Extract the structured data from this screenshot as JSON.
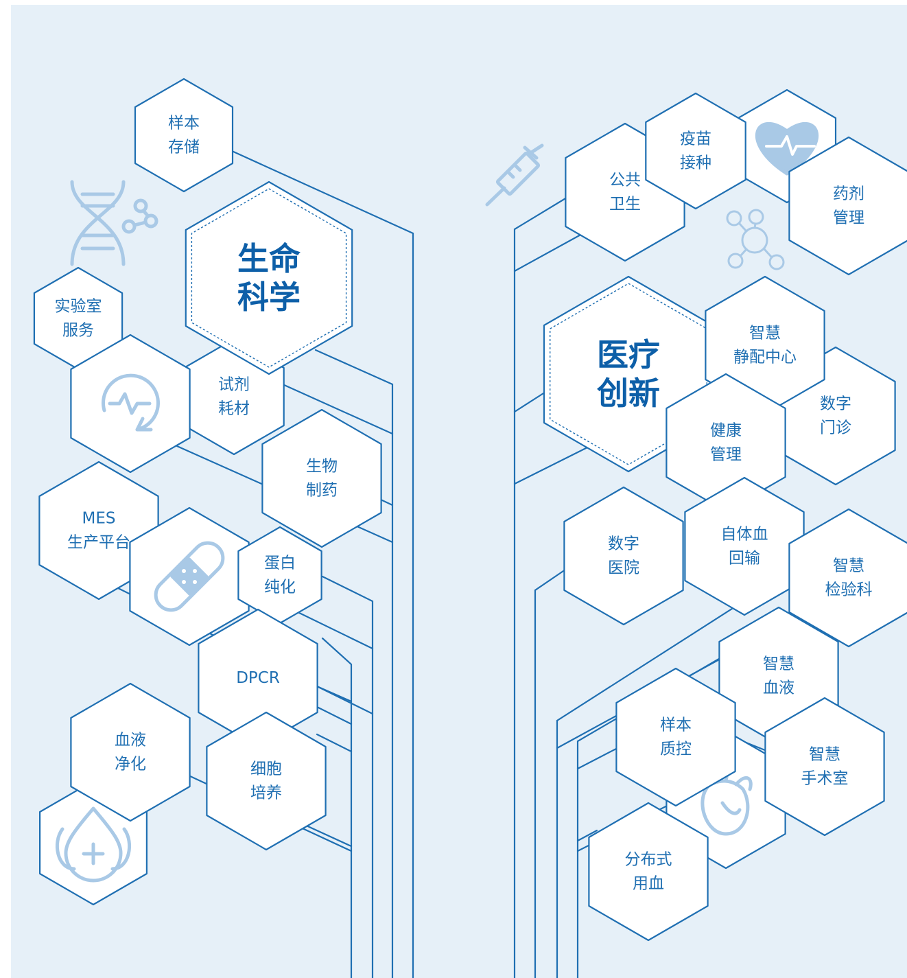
{
  "colors": {
    "background": "#e6f0f8",
    "line": "#1f6fb2",
    "hex_fill": "#ffffff",
    "icon": "#a9c9e6",
    "text": "#1f6fb2",
    "title": "#0d5fa8"
  },
  "life_science": {
    "title": [
      "生命",
      "科学"
    ],
    "nodes": {
      "sample_storage": [
        "样本",
        "存储"
      ],
      "lab_service": [
        "实验室",
        "服务"
      ],
      "reagents": [
        "试剂",
        "耗材"
      ],
      "biopharma": [
        "生物",
        "制药"
      ],
      "mes": [
        "MES",
        "生产平台"
      ],
      "protein": [
        "蛋白",
        "纯化"
      ],
      "dpcr": [
        "DPCR"
      ],
      "blood_purification": [
        "血液",
        "净化"
      ],
      "cell_culture": [
        "细胞",
        "培养"
      ]
    },
    "icons": [
      "dna-icon",
      "molecule-icon",
      "monitor-cycle-icon",
      "bandage-icon",
      "blood-drop-icon"
    ]
  },
  "medical_innovation": {
    "title": [
      "医疗",
      "创新"
    ],
    "nodes": {
      "public_health": [
        "公共",
        "卫生"
      ],
      "vaccination": [
        "疫苗",
        "接种"
      ],
      "pharmacy": [
        "药剂",
        "管理"
      ],
      "pivas": [
        "智慧",
        "静配中心"
      ],
      "clinic": [
        "数字",
        "门诊"
      ],
      "health_mgmt": [
        "健康",
        "管理"
      ],
      "digital_hospital": [
        "数字",
        "医院"
      ],
      "autologous": [
        "自体血",
        "回输"
      ],
      "smart_lab": [
        "智慧",
        "检验科"
      ],
      "smart_blood": [
        "智慧",
        "血液"
      ],
      "sample_qc": [
        "样本",
        "质控"
      ],
      "smart_or": [
        "智慧",
        "手术室"
      ],
      "distributed": [
        "分布式",
        "用血"
      ]
    },
    "icons": [
      "syringe-icon",
      "heart-pulse-icon",
      "molecule-icon",
      "heart-organ-icon"
    ]
  }
}
